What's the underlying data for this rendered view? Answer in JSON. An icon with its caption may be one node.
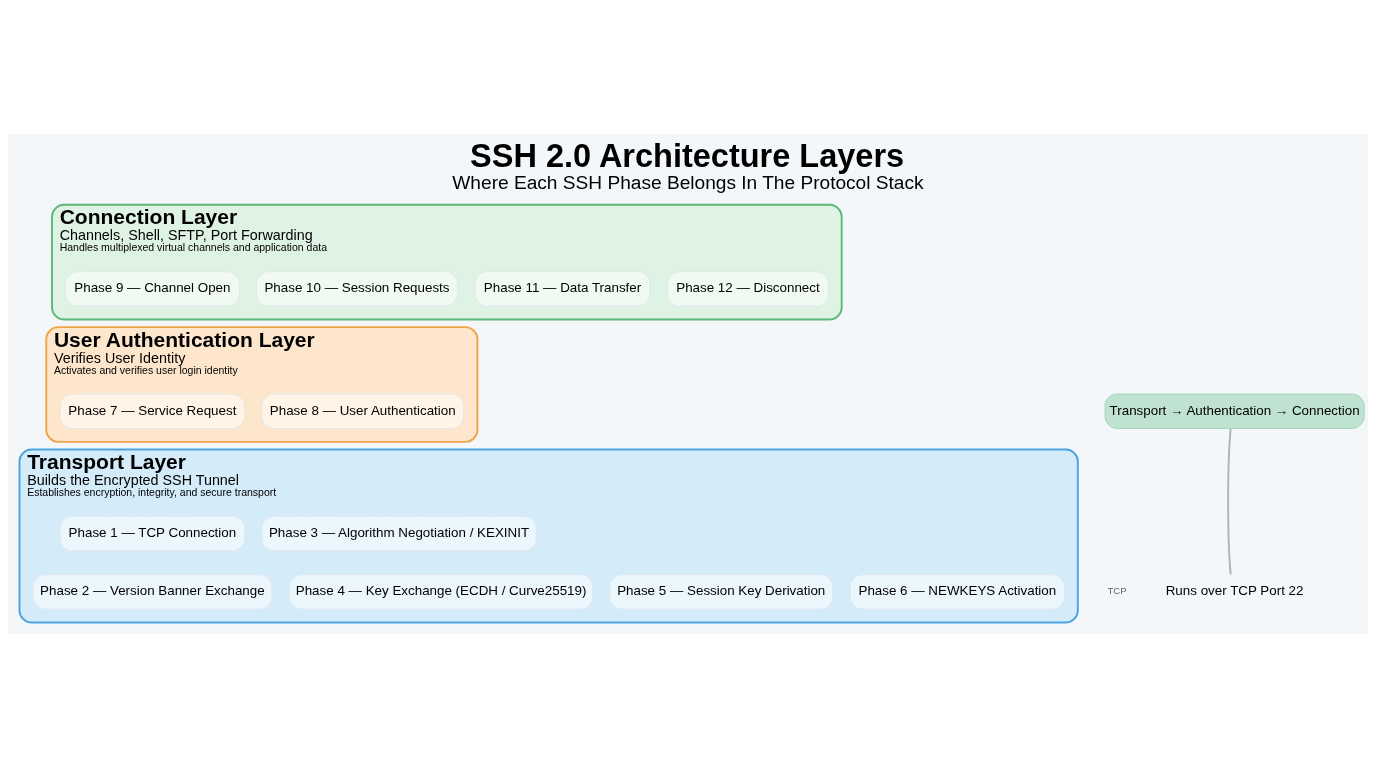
{
  "diagram": {
    "title": "SSH 2.0 Architecture Layers",
    "caption": "Where Each SSH Phase Belongs In The Protocol Stack",
    "nodes": [
      {
        "text": [
          "Connection Layer",
          "Channels, Shell, SFTP, Port Forwarding",
          "Handles multiplexed virtual channels and application data"
        ]
      },
      {
        "text": [
          "Phase 9 — Channel Open"
        ],
        "in": 0
      },
      {
        "text": [
          "Phase 10 — Session Requests"
        ],
        "in": 0
      },
      {
        "text": [
          "Phase 11 — Data Transfer"
        ],
        "in": 0
      },
      {
        "text": [
          "Phase 12 — Disconnect"
        ],
        "in": 0
      },
      {
        "text": [
          "User Authentication Layer",
          "Verifies User Identity",
          "Activates and verifies user login identity"
        ]
      },
      {
        "text": [
          "Phase 7 — Service Request"
        ],
        "in": 5
      },
      {
        "text": [
          "Phase 8 — User Authentication"
        ],
        "in": 5
      },
      {
        "text": [
          "Transport Layer",
          "Builds the Encrypted SSH Tunnel",
          "Establishes encryption, integrity, and secure transport"
        ]
      },
      {
        "text": [
          "Phase 1 — TCP Connection"
        ],
        "in": 8
      },
      {
        "text": [
          "Phase 3 — Algorithm Negotiation / KEXINIT"
        ],
        "in": 8
      },
      {
        "text": [
          "Phase 2 — Version Banner Exchange"
        ],
        "in": 8
      },
      {
        "text": [
          "Phase 4 — Key Exchange (ECDH / Curve25519)"
        ],
        "in": 8
      },
      {
        "text": [
          "Phase 5 — Session Key Derivation"
        ],
        "in": 8
      },
      {
        "text": [
          "Phase 6 — NEWKEYS Activation"
        ],
        "in": 8
      },
      {
        "text": [
          "Transport → Authentication → Connection"
        ]
      },
      {
        "text": [
          "Runs over TCP Port 22"
        ]
      }
    ],
    "edges": [
      {
        "from": 16,
        "to": 15,
        "arrow": "none"
      }
    ],
    "labels": [
      "TCP"
    ]
  }
}
